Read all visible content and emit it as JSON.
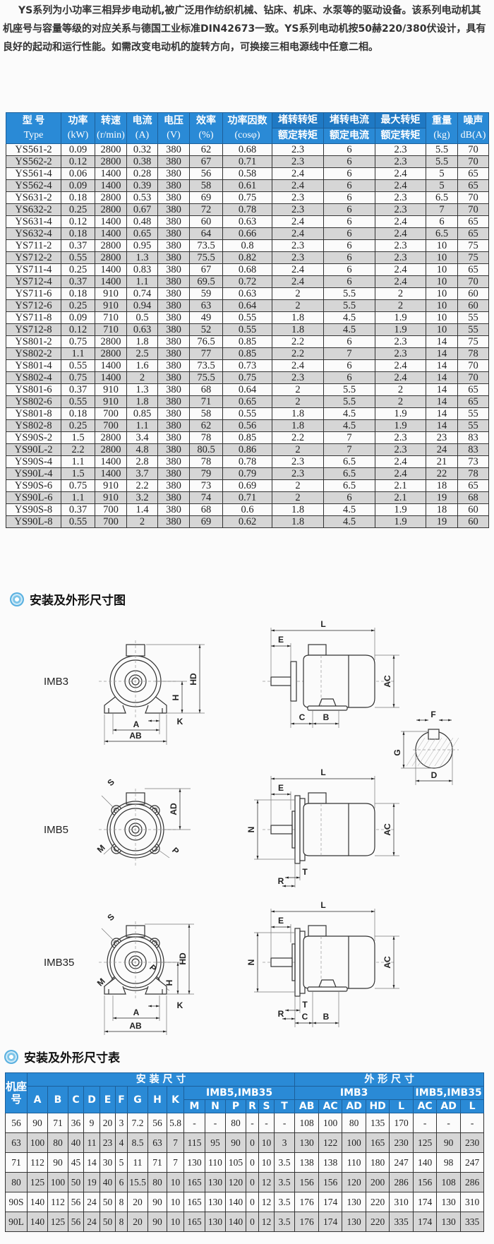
{
  "intro": "YS系列为小功率三相异步电动机,被广泛用作纺织机械、钻床、机床、水泵等的驱动设备。该系列电动机其机座号与容量等级的对应关系与德国工业标准DIN42673一致。YS系列电动机按50赫220/380伏设计，具有良好的起动和运行性能。如需改变电动机的旋转方向，可换接三相电源线中任意二相。",
  "colors": {
    "header": "#2a8ad6",
    "alt_row": "#d6d6d6"
  },
  "spec_table": {
    "headers": [
      {
        "zh": "型  号",
        "en": "Type"
      },
      {
        "zh": "功率",
        "en": "(kW)"
      },
      {
        "zh": "转速",
        "en": "(r/min)"
      },
      {
        "zh": "电流",
        "en": "(A)"
      },
      {
        "zh": "电压",
        "en": "(V)"
      },
      {
        "zh": "效率",
        "en": "(%)"
      },
      {
        "zh": "功率因数",
        "en": "(cosφ)"
      },
      {
        "zh": "堵转转矩",
        "en": "额定转矩"
      },
      {
        "zh": "堵转电流",
        "en": "额定电流"
      },
      {
        "zh": "最大转矩",
        "en": "额定转矩"
      },
      {
        "zh": "重量",
        "en": "(kg)"
      },
      {
        "zh": "噪声",
        "en": "dB(A)"
      }
    ],
    "rows": [
      [
        "YS561-2",
        "0.09",
        "2800",
        "0.32",
        "380",
        "62",
        "0.68",
        "2.3",
        "6",
        "2.3",
        "5.5",
        "70"
      ],
      [
        "YS562-2",
        "0.12",
        "2800",
        "0.38",
        "380",
        "67",
        "0.71",
        "2.3",
        "6",
        "2.3",
        "5.5",
        "70"
      ],
      [
        "YS561-4",
        "0.06",
        "1400",
        "0.28",
        "380",
        "56",
        "0.58",
        "2.4",
        "6",
        "2.4",
        "5",
        "65"
      ],
      [
        "YS562-4",
        "0.09",
        "1400",
        "0.39",
        "380",
        "58",
        "0.61",
        "2.4",
        "6",
        "2.4",
        "5",
        "65"
      ],
      [
        "YS631-2",
        "0.18",
        "2800",
        "0.53",
        "380",
        "69",
        "0.75",
        "2.3",
        "6",
        "2.3",
        "6.5",
        "70"
      ],
      [
        "YS632-2",
        "0.25",
        "2800",
        "0.67",
        "380",
        "72",
        "0.78",
        "2.3",
        "6",
        "2.3",
        "7",
        "70"
      ],
      [
        "YS631-4",
        "0.12",
        "1400",
        "0.48",
        "380",
        "60",
        "0.63",
        "2.4",
        "6",
        "2.4",
        "6",
        "65"
      ],
      [
        "YS632-4",
        "0.18",
        "1400",
        "0.65",
        "380",
        "64",
        "0.66",
        "2.4",
        "6",
        "2.4",
        "6.5",
        "65"
      ],
      [
        "YS711-2",
        "0.37",
        "2800",
        "0.95",
        "380",
        "73.5",
        "0.8",
        "2.3",
        "6",
        "2.3",
        "10",
        "75"
      ],
      [
        "YS712-2",
        "0.55",
        "2800",
        "1.3",
        "380",
        "75.5",
        "0.82",
        "2.3",
        "6",
        "2.3",
        "10",
        "75"
      ],
      [
        "YS711-4",
        "0.25",
        "1400",
        "0.83",
        "380",
        "67",
        "0.68",
        "2.4",
        "6",
        "2.4",
        "10",
        "65"
      ],
      [
        "YS712-4",
        "0.37",
        "1400",
        "1.1",
        "380",
        "69.5",
        "0.72",
        "2.4",
        "6",
        "2.4",
        "10",
        "70"
      ],
      [
        "YS711-6",
        "0.18",
        "910",
        "0.74",
        "380",
        "59",
        "0.63",
        "2",
        "5.5",
        "2",
        "10",
        "60"
      ],
      [
        "YS712-6",
        "0.25",
        "910",
        "0.94",
        "380",
        "63",
        "0.64",
        "2",
        "5.5",
        "2",
        "10",
        "60"
      ],
      [
        "YS711-8",
        "0.09",
        "710",
        "0.5",
        "380",
        "49",
        "0.55",
        "1.8",
        "4.5",
        "1.9",
        "10",
        "55"
      ],
      [
        "YS712-8",
        "0.12",
        "710",
        "0.63",
        "380",
        "52",
        "0.55",
        "1.8",
        "4.5",
        "1.9",
        "10",
        "55"
      ],
      [
        "YS801-2",
        "0.75",
        "2800",
        "1.8",
        "380",
        "76.5",
        "0.85",
        "2.2",
        "6",
        "2.3",
        "14",
        "75"
      ],
      [
        "YS802-2",
        "1.1",
        "2800",
        "2.5",
        "380",
        "77",
        "0.85",
        "2.2",
        "7",
        "2.3",
        "14",
        "78"
      ],
      [
        "YS801-4",
        "0.55",
        "1400",
        "1.6",
        "380",
        "73.5",
        "0.73",
        "2.4",
        "6",
        "2.4",
        "14",
        "70"
      ],
      [
        "YS802-4",
        "0.75",
        "1400",
        "2",
        "380",
        "75.5",
        "0.75",
        "2.3",
        "6",
        "2.4",
        "14",
        "70"
      ],
      [
        "YS801-6",
        "0.37",
        "910",
        "1.3",
        "380",
        "68",
        "0.64",
        "2",
        "5.5",
        "2",
        "14",
        "65"
      ],
      [
        "YS802-6",
        "0.55",
        "910",
        "1.8",
        "380",
        "71",
        "0.65",
        "2",
        "5.5",
        "2",
        "14",
        "65"
      ],
      [
        "YS801-8",
        "0.18",
        "700",
        "0.85",
        "380",
        "58",
        "0.55",
        "1.8",
        "4.5",
        "1.9",
        "14",
        "55"
      ],
      [
        "YS802-8",
        "0.25",
        "700",
        "1.1",
        "380",
        "62",
        "0.56",
        "1.8",
        "4.5",
        "1.9",
        "14",
        "55"
      ],
      [
        "YS90S-2",
        "1.5",
        "2800",
        "3.4",
        "380",
        "78",
        "0.85",
        "2.2",
        "7",
        "2.3",
        "23",
        "83"
      ],
      [
        "YS90L-2",
        "2.2",
        "2800",
        "4.8",
        "380",
        "80.5",
        "0.86",
        "2",
        "7",
        "2.3",
        "24",
        "83"
      ],
      [
        "YS90S-4",
        "1.1",
        "1400",
        "2.8",
        "380",
        "78",
        "0.78",
        "2.3",
        "6.5",
        "2.4",
        "21",
        "73"
      ],
      [
        "YS90L-4",
        "1.5",
        "1400",
        "3.7",
        "380",
        "79",
        "0.79",
        "2.3",
        "6.5",
        "2.4",
        "22",
        "78"
      ],
      [
        "YS90S-6",
        "0.75",
        "910",
        "2.2",
        "380",
        "73",
        "0.69",
        "2",
        "6.5",
        "2.1",
        "18",
        "65"
      ],
      [
        "YS90L-6",
        "1.1",
        "910",
        "3.2",
        "380",
        "74",
        "0.71",
        "2",
        "6",
        "2.1",
        "19",
        "68"
      ],
      [
        "YS90S-8",
        "0.37",
        "700",
        "1.4",
        "380",
        "68",
        "0.6",
        "1.8",
        "4.5",
        "1.9",
        "18",
        "60"
      ],
      [
        "YS90L-8",
        "0.55",
        "700",
        "2",
        "380",
        "69",
        "0.62",
        "1.8",
        "4.5",
        "1.9",
        "19",
        "60"
      ]
    ]
  },
  "diagram": {
    "title": "安装及外形尺寸图",
    "mounts": [
      "IMB3",
      "IMB5",
      "IMB35"
    ],
    "letters": {
      "A": "A",
      "AB": "AB",
      "AC": "AC",
      "AD": "AD",
      "B": "B",
      "C": "C",
      "D": "D",
      "E": "E",
      "F": "F",
      "G": "G",
      "H": "H",
      "HD": "HD",
      "K": "K",
      "L": "L",
      "M": "M",
      "N": "N",
      "P": "P",
      "R": "R",
      "S": "S",
      "T": "T"
    }
  },
  "dims_table": {
    "title": "安装及外形尺寸表",
    "frame_header": "机座号",
    "install_header": "安 装 尺 寸",
    "outline_header": "外 形 尺 寸",
    "base_cols": [
      "A",
      "B",
      "C",
      "D",
      "E",
      "F",
      "G",
      "H",
      "K"
    ],
    "imb5_group": "IMB5,IMB35",
    "imb5_cols": [
      "M",
      "N",
      "P",
      "R",
      "S",
      "T"
    ],
    "imb3_group": "IMB3",
    "imb3_cols": [
      "AB",
      "AC",
      "AD",
      "HD",
      "L"
    ],
    "imb35_group": "IMB5,IMB35",
    "imb35_cols": [
      "AC",
      "AD",
      "L"
    ],
    "rows": [
      [
        "56",
        "90",
        "71",
        "36",
        "9",
        "20",
        "3",
        "7.2",
        "56",
        "5.8",
        "-",
        "-",
        "80",
        "-",
        "-",
        "-",
        "108",
        "100",
        "80",
        "135",
        "170",
        "-",
        "-",
        "-"
      ],
      [
        "63",
        "100",
        "80",
        "40",
        "11",
        "23",
        "4",
        "8.5",
        "63",
        "7",
        "115",
        "95",
        "90",
        "0",
        "10",
        "3",
        "130",
        "122",
        "100",
        "165",
        "230",
        "125",
        "90",
        "230"
      ],
      [
        "71",
        "112",
        "90",
        "45",
        "14",
        "30",
        "5",
        "11",
        "71",
        "7",
        "130",
        "110",
        "105",
        "0",
        "10",
        "3.5",
        "138",
        "138",
        "110",
        "180",
        "247",
        "140",
        "98",
        "247"
      ],
      [
        "80",
        "125",
        "100",
        "50",
        "19",
        "40",
        "6",
        "15.5",
        "80",
        "10",
        "165",
        "130",
        "120",
        "0",
        "12",
        "3.5",
        "156",
        "156",
        "120",
        "200",
        "286",
        "156",
        "108",
        "286"
      ],
      [
        "90S",
        "140",
        "112",
        "56",
        "24",
        "50",
        "8",
        "20",
        "90",
        "10",
        "165",
        "130",
        "140",
        "0",
        "12",
        "3.5",
        "176",
        "174",
        "130",
        "220",
        "310",
        "174",
        "130",
        "310"
      ],
      [
        "90L",
        "140",
        "125",
        "56",
        "24",
        "50",
        "8",
        "20",
        "90",
        "10",
        "165",
        "130",
        "140",
        "0",
        "12",
        "3.5",
        "176",
        "174",
        "130",
        "220",
        "335",
        "174",
        "130",
        "335"
      ]
    ]
  }
}
